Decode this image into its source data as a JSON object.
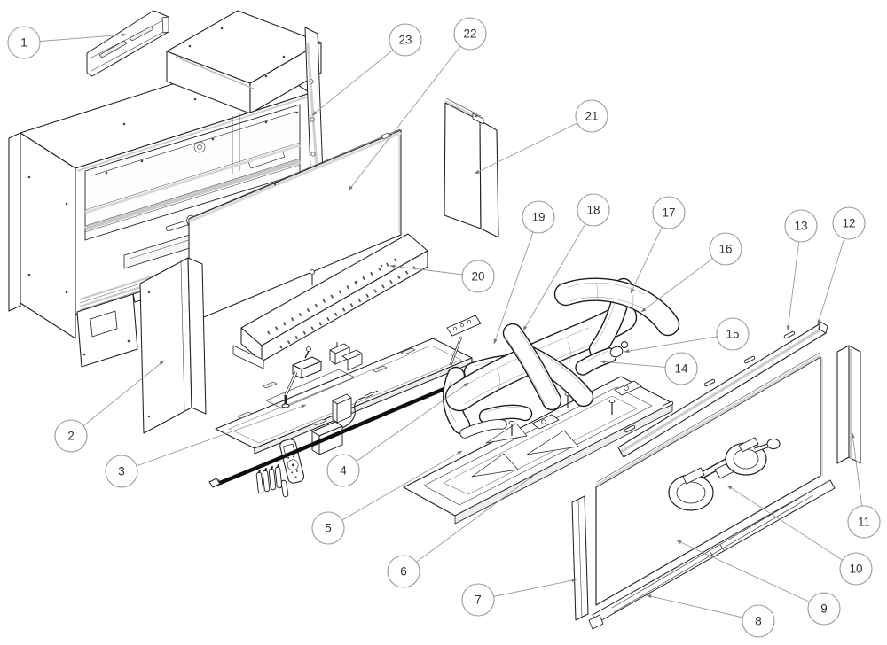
{
  "diagram_type": "exploded-parts-diagram",
  "callouts": [
    {
      "number": "1"
    },
    {
      "number": "2"
    },
    {
      "number": "3"
    },
    {
      "number": "4"
    },
    {
      "number": "5"
    },
    {
      "number": "6"
    },
    {
      "number": "7"
    },
    {
      "number": "8"
    },
    {
      "number": "9"
    },
    {
      "number": "10"
    },
    {
      "number": "11"
    },
    {
      "number": "12"
    },
    {
      "number": "13"
    },
    {
      "number": "14"
    },
    {
      "number": "15"
    },
    {
      "number": "16"
    },
    {
      "number": "17"
    },
    {
      "number": "18"
    },
    {
      "number": "19"
    },
    {
      "number": "20"
    },
    {
      "number": "21"
    },
    {
      "number": "22"
    },
    {
      "number": "23"
    }
  ]
}
